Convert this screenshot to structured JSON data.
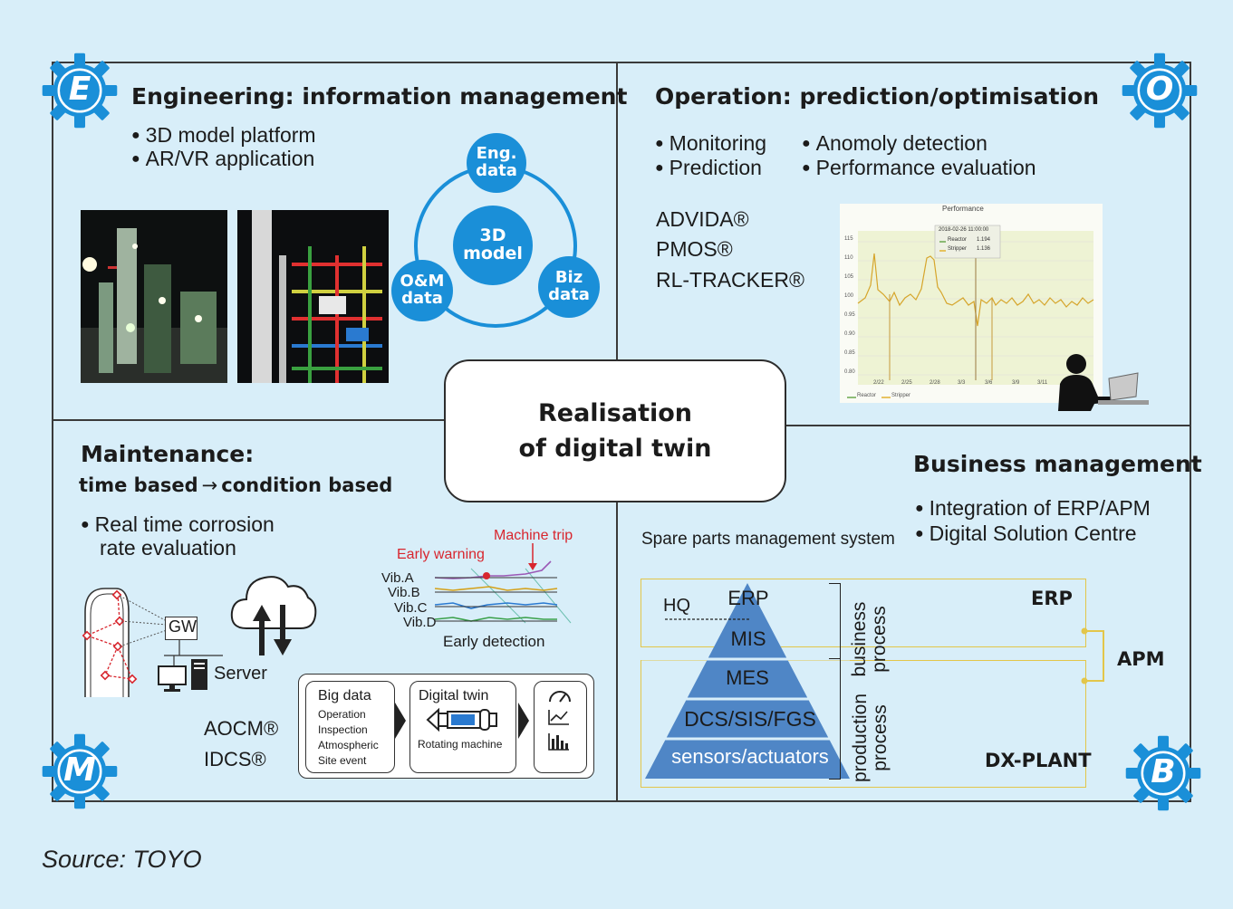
{
  "engineering": {
    "gear_letter": "E",
    "title": "Engineering: information management",
    "bullets": [
      "3D model platform",
      "AR/VR application"
    ],
    "circles": {
      "center": "3D model",
      "eng": "Eng. data",
      "om": "O&M data",
      "biz": "Biz data"
    }
  },
  "operation": {
    "gear_letter": "O",
    "title": "Operation: prediction/optimisation",
    "bullets_left": [
      "Monitoring",
      "Prediction"
    ],
    "bullets_right": [
      "Anomoly detection",
      "Performance evaluation"
    ],
    "products": [
      "ADVIDA®",
      "PMOS®",
      "RL-TRACKER®"
    ],
    "chart": {
      "title": "Performance",
      "tooltip_date": "2018-02-26 11:00:00",
      "tooltip_reactor": "Reactor",
      "tooltip_reactor_val": "1.194",
      "tooltip_stripper": "Stripper",
      "tooltip_stripper_val": "1.136",
      "legend_reactor": "Reactor",
      "legend_stripper": "Stripper",
      "yticks": [
        "115",
        "110",
        "105",
        "100",
        "0.95",
        "0.90",
        "0.85",
        "0.80"
      ],
      "xticks": [
        "2/22",
        "2/25",
        "2/28",
        "3/3",
        "3/6",
        "3/9",
        "3/11"
      ]
    }
  },
  "center": {
    "line1": "Realisation",
    "line2": "of digital twin"
  },
  "maintenance": {
    "gear_letter": "M",
    "title": "Maintenance:",
    "subtitle_a": "time based",
    "arrow": "→",
    "subtitle_b": "condition based",
    "bullet_line1": "Real time corrosion",
    "bullet_line2": "rate evaluation",
    "gw_label": "GW",
    "server_label": "Server",
    "machine_trip": "Machine trip",
    "early_warning": "Early warning",
    "vib": [
      "Vib.A",
      "Vib.B",
      "Vib.C",
      "Vib.D"
    ],
    "early_detection": "Early detection",
    "products": [
      "AOCM®",
      "IDCS®"
    ],
    "big_data": {
      "title": "Big data",
      "items": [
        "Operation",
        "Inspection",
        "Atmospheric",
        "Site event"
      ]
    },
    "digital_twin": {
      "title": "Digital twin",
      "caption": "Rotating machine"
    }
  },
  "business": {
    "gear_letter": "B",
    "title": "Business management",
    "bullets": [
      "Integration of ERP/APM",
      "Digital Solution Centre"
    ],
    "spare_parts": "Spare parts management system",
    "hq": "HQ",
    "pyramid": [
      "ERP",
      "MIS",
      "MES",
      "DCS/SIS/FGS",
      "sensors/actuators"
    ],
    "business_process": [
      "business",
      "process"
    ],
    "production_process": [
      "production",
      "process"
    ],
    "erp_label": "ERP",
    "apm_label": "APM",
    "dxplant_label": "DX-PLANT"
  },
  "source": "Source: TOYO",
  "colors": {
    "accent": "#1a8fd8",
    "background": "#d8eef9",
    "pyramid": "#4f86c6",
    "yellow": "#e3c64a",
    "red": "#d8262e"
  }
}
